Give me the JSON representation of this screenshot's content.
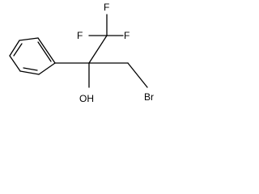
{
  "molecule": {
    "atoms": {
      "f_top": "F",
      "f_mid": "F",
      "f_right": "F",
      "hydroxyl": "OH",
      "bromine": "Br"
    }
  },
  "colors": {
    "bond": "#000000",
    "background": "#ffffff"
  }
}
